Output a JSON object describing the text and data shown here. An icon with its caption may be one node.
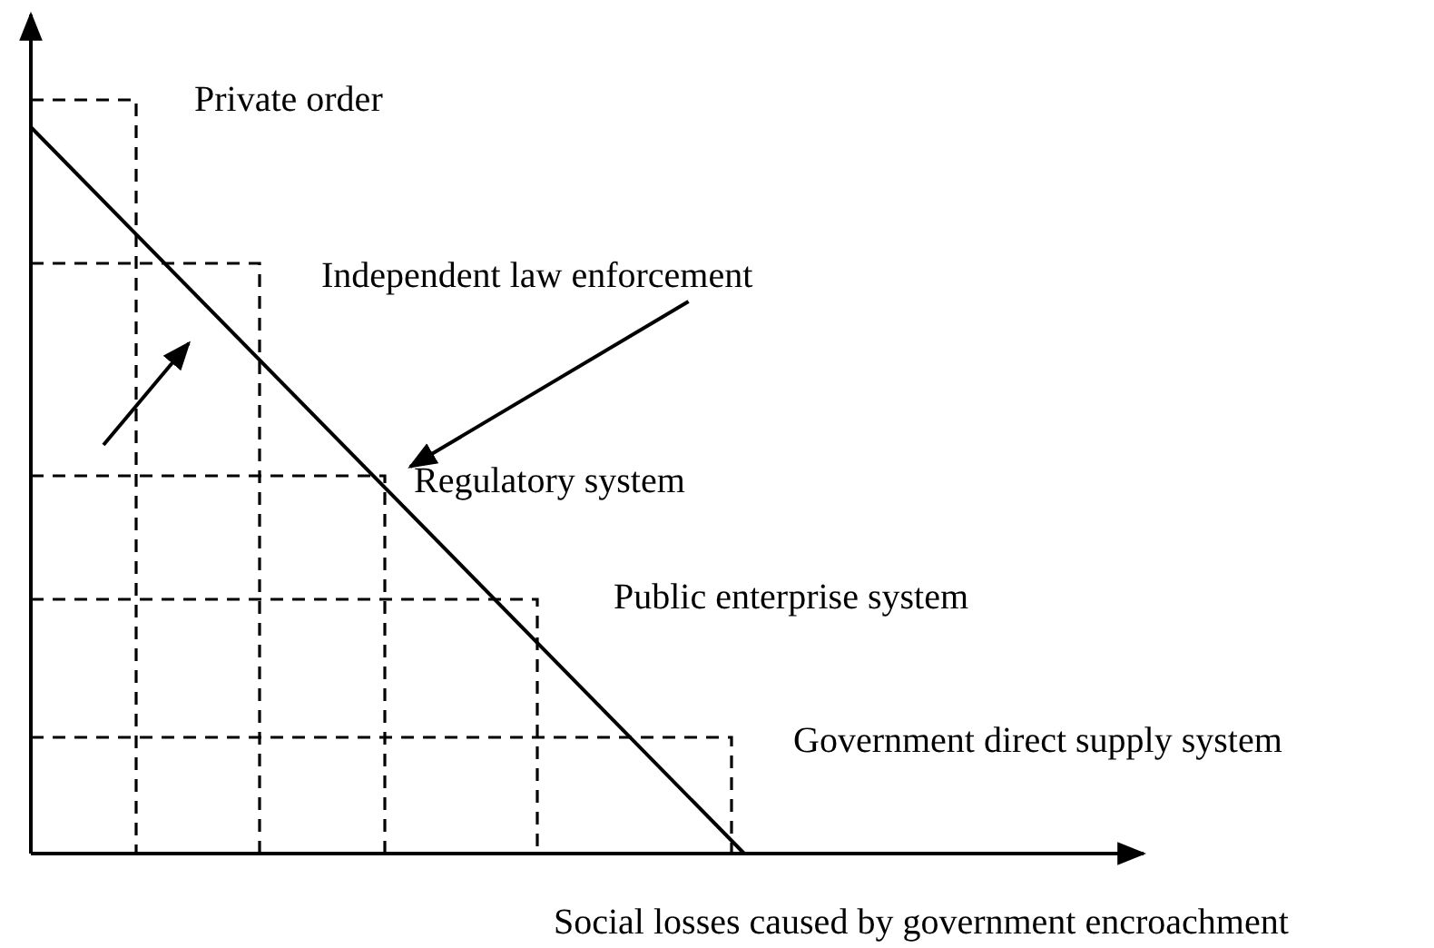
{
  "diagram": {
    "nodes": [
      {
        "text": [
          "Independent law enforcement"
        ]
      },
      {
        "text": [
          "Regulatory system"
        ]
      }
    ],
    "edges": [
      {
        "from": 0,
        "to": 1,
        "arrow": "to"
      }
    ],
    "labels": [
      "Private order",
      "Public enterprise system",
      "Government direct supply system",
      "Social losses caused by government encroachment"
    ]
  }
}
